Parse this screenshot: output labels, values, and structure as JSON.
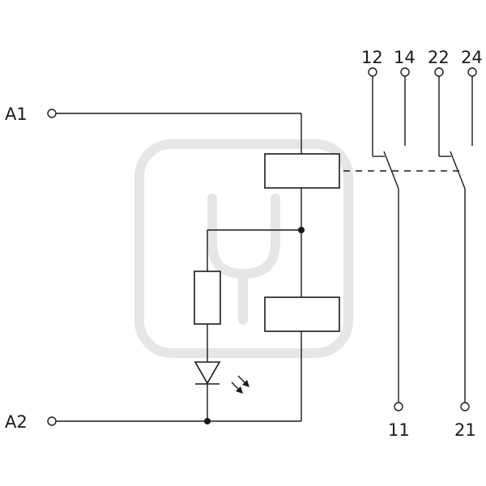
{
  "labels": {
    "a1": "A1",
    "a2": "A2",
    "t12": "12",
    "t14": "14",
    "t22": "22",
    "t24": "24",
    "t11": "11",
    "t21": "21"
  },
  "watermark": {
    "icon": "plug-icon",
    "color": "#e6e6e6"
  }
}
